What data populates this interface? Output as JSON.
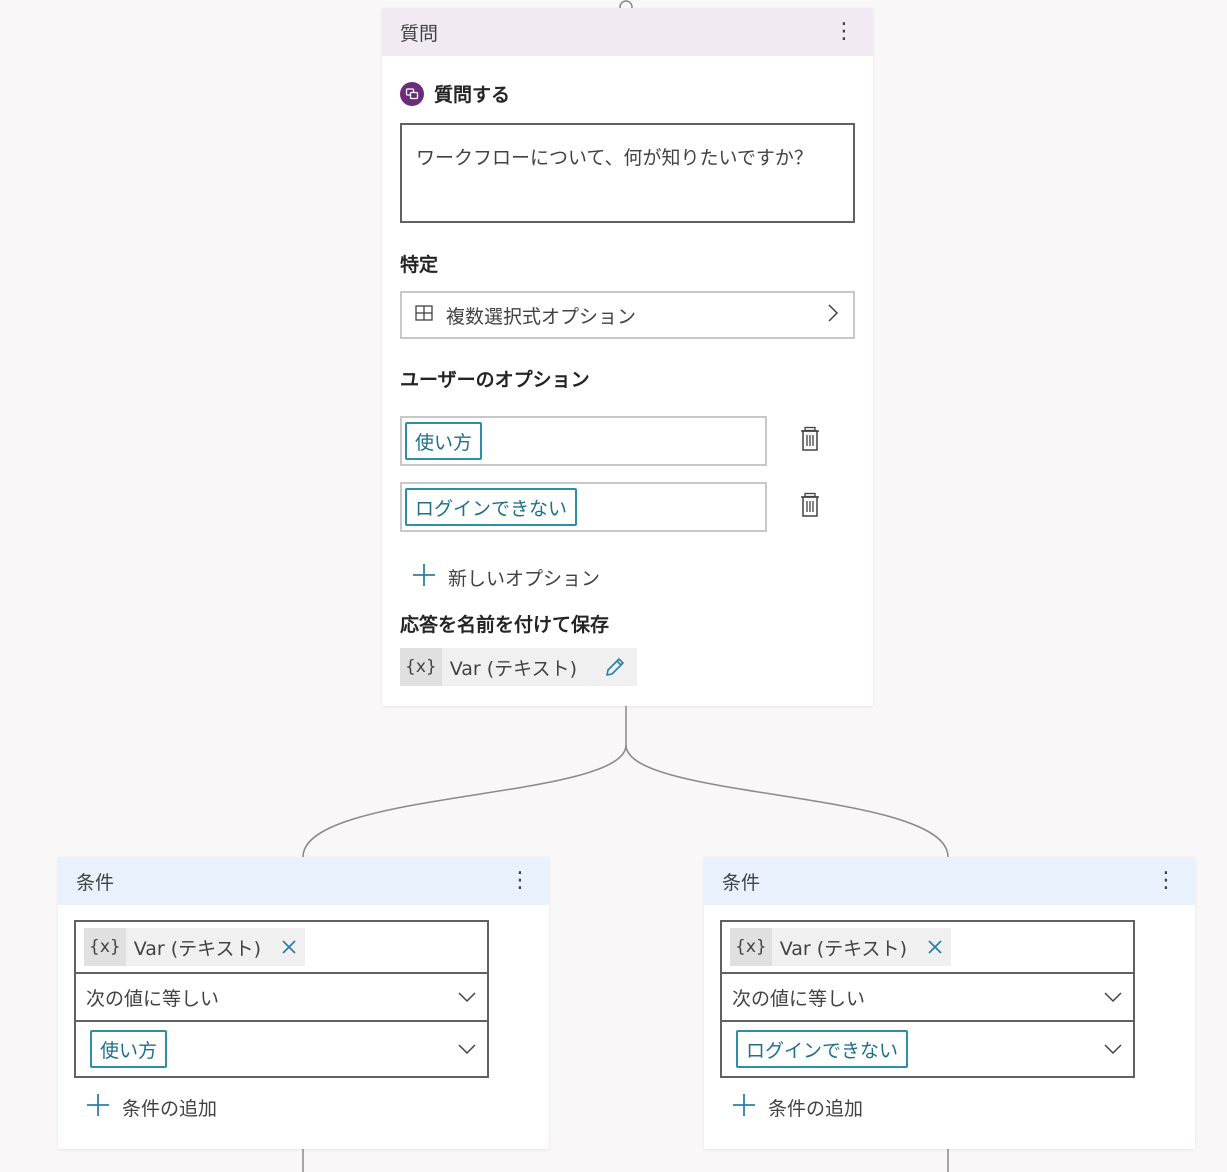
{
  "question_node": {
    "header_title": "質問",
    "ask_label": "質問する",
    "prompt_text": "ワークフローについて、何が知りたいですか？",
    "identify_label": "特定",
    "identify_value": "複数選択式オプション",
    "user_options_label": "ユーザーのオプション",
    "options": [
      "使い方",
      "ログインできない"
    ],
    "add_option_label": "新しいオプション",
    "save_response_label": "応答を名前を付けて保存",
    "variable": {
      "symbol": "{x}",
      "name": "Var (テキスト)"
    }
  },
  "conditions": [
    {
      "header_title": "条件",
      "variable": {
        "symbol": "{x}",
        "name": "Var (テキスト)"
      },
      "operator": "次の値に等しい",
      "value": "使い方",
      "add_condition_label": "条件の追加"
    },
    {
      "header_title": "条件",
      "variable": {
        "symbol": "{x}",
        "name": "Var (テキスト)"
      },
      "operator": "次の値に等しい",
      "value": "ログインできない",
      "add_condition_label": "条件の追加"
    }
  ],
  "colors": {
    "question_header": "#f1eaf3",
    "condition_header": "#e8f1fc",
    "tag_border": "#2d8fa3",
    "ask_icon": "#6b2d7b",
    "connector": "#8a8a8a"
  }
}
